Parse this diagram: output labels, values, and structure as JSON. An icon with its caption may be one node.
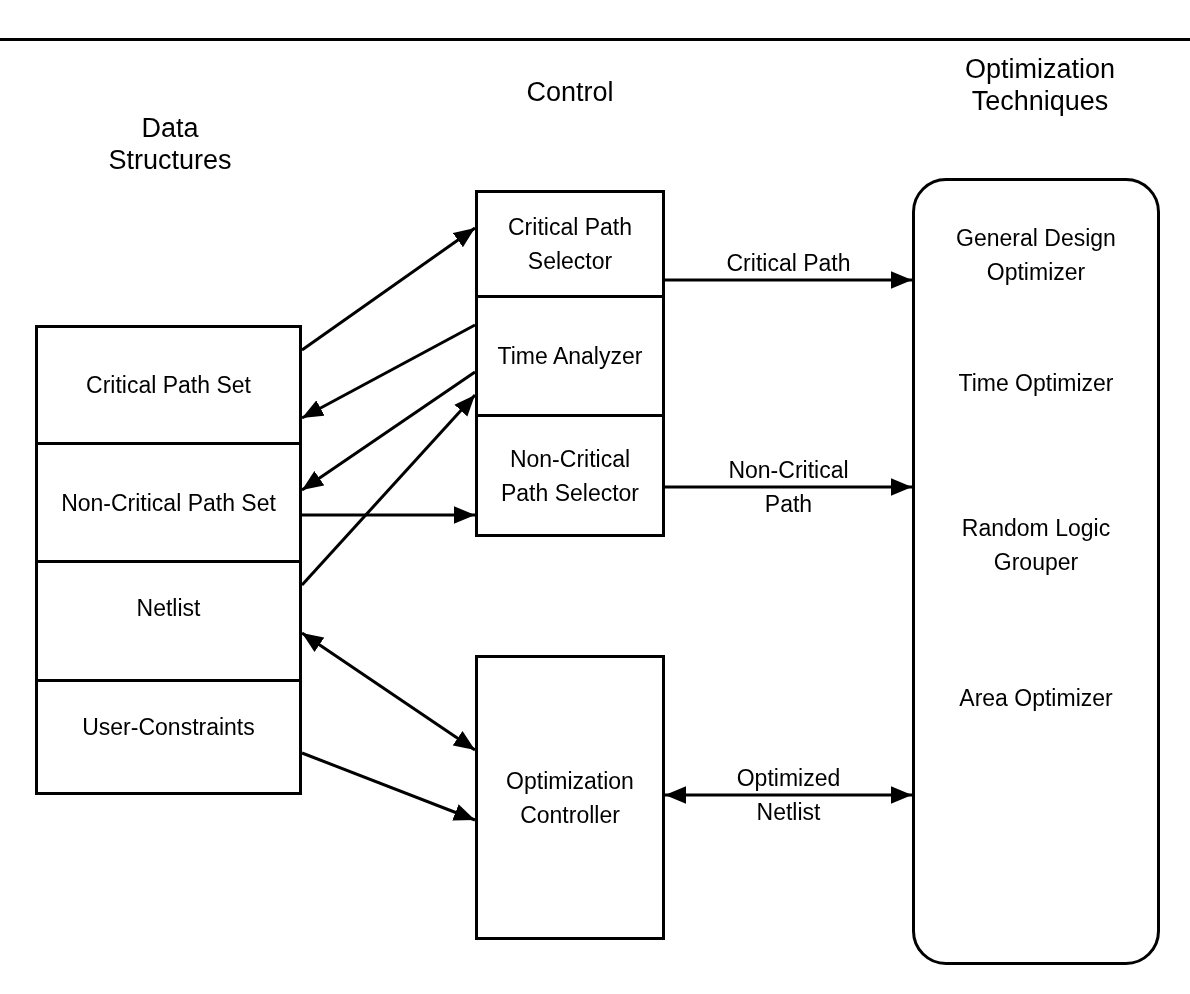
{
  "diagram": {
    "nodes": [
      {
        "text": [
          "Critical Path Set"
        ]
      },
      {
        "text": [
          "Non-Critical Path Set"
        ]
      },
      {
        "text": [
          "Netlist"
        ]
      },
      {
        "text": [
          "User-Constraints"
        ]
      },
      {
        "text": [
          "Critical Path Selector"
        ]
      },
      {
        "text": [
          "Time Analyzer"
        ]
      },
      {
        "text": [
          "Non-Critical Path Selector"
        ]
      },
      {
        "text": [
          "Optimization Controller"
        ]
      },
      {
        "text": [
          "Optimization Techniques",
          "General Design Optimizer",
          "Time Optimizer",
          "Random Logic Grouper",
          "Area Optimizer"
        ]
      }
    ],
    "edges": [
      {
        "from": 0,
        "to": 4,
        "arrow": "to"
      },
      {
        "from": 5,
        "to": 0,
        "arrow": "to"
      },
      {
        "from": 5,
        "to": 1,
        "arrow": "to"
      },
      {
        "from": 2,
        "to": 5,
        "arrow": "to"
      },
      {
        "from": 1,
        "to": 6,
        "arrow": "to"
      },
      {
        "from": 2,
        "to": 7,
        "arrow": "both"
      },
      {
        "from": 3,
        "to": 7,
        "arrow": "to"
      },
      {
        "from": 4,
        "to": 8,
        "arrow": "to",
        "label": "Critical Path"
      },
      {
        "from": 6,
        "to": 8,
        "arrow": "to",
        "label": "Non-Critical Path"
      },
      {
        "from": 7,
        "to": 8,
        "arrow": "both",
        "label": "Optimized Netlist"
      }
    ],
    "labels": [
      "Data Structures",
      "Control"
    ]
  }
}
